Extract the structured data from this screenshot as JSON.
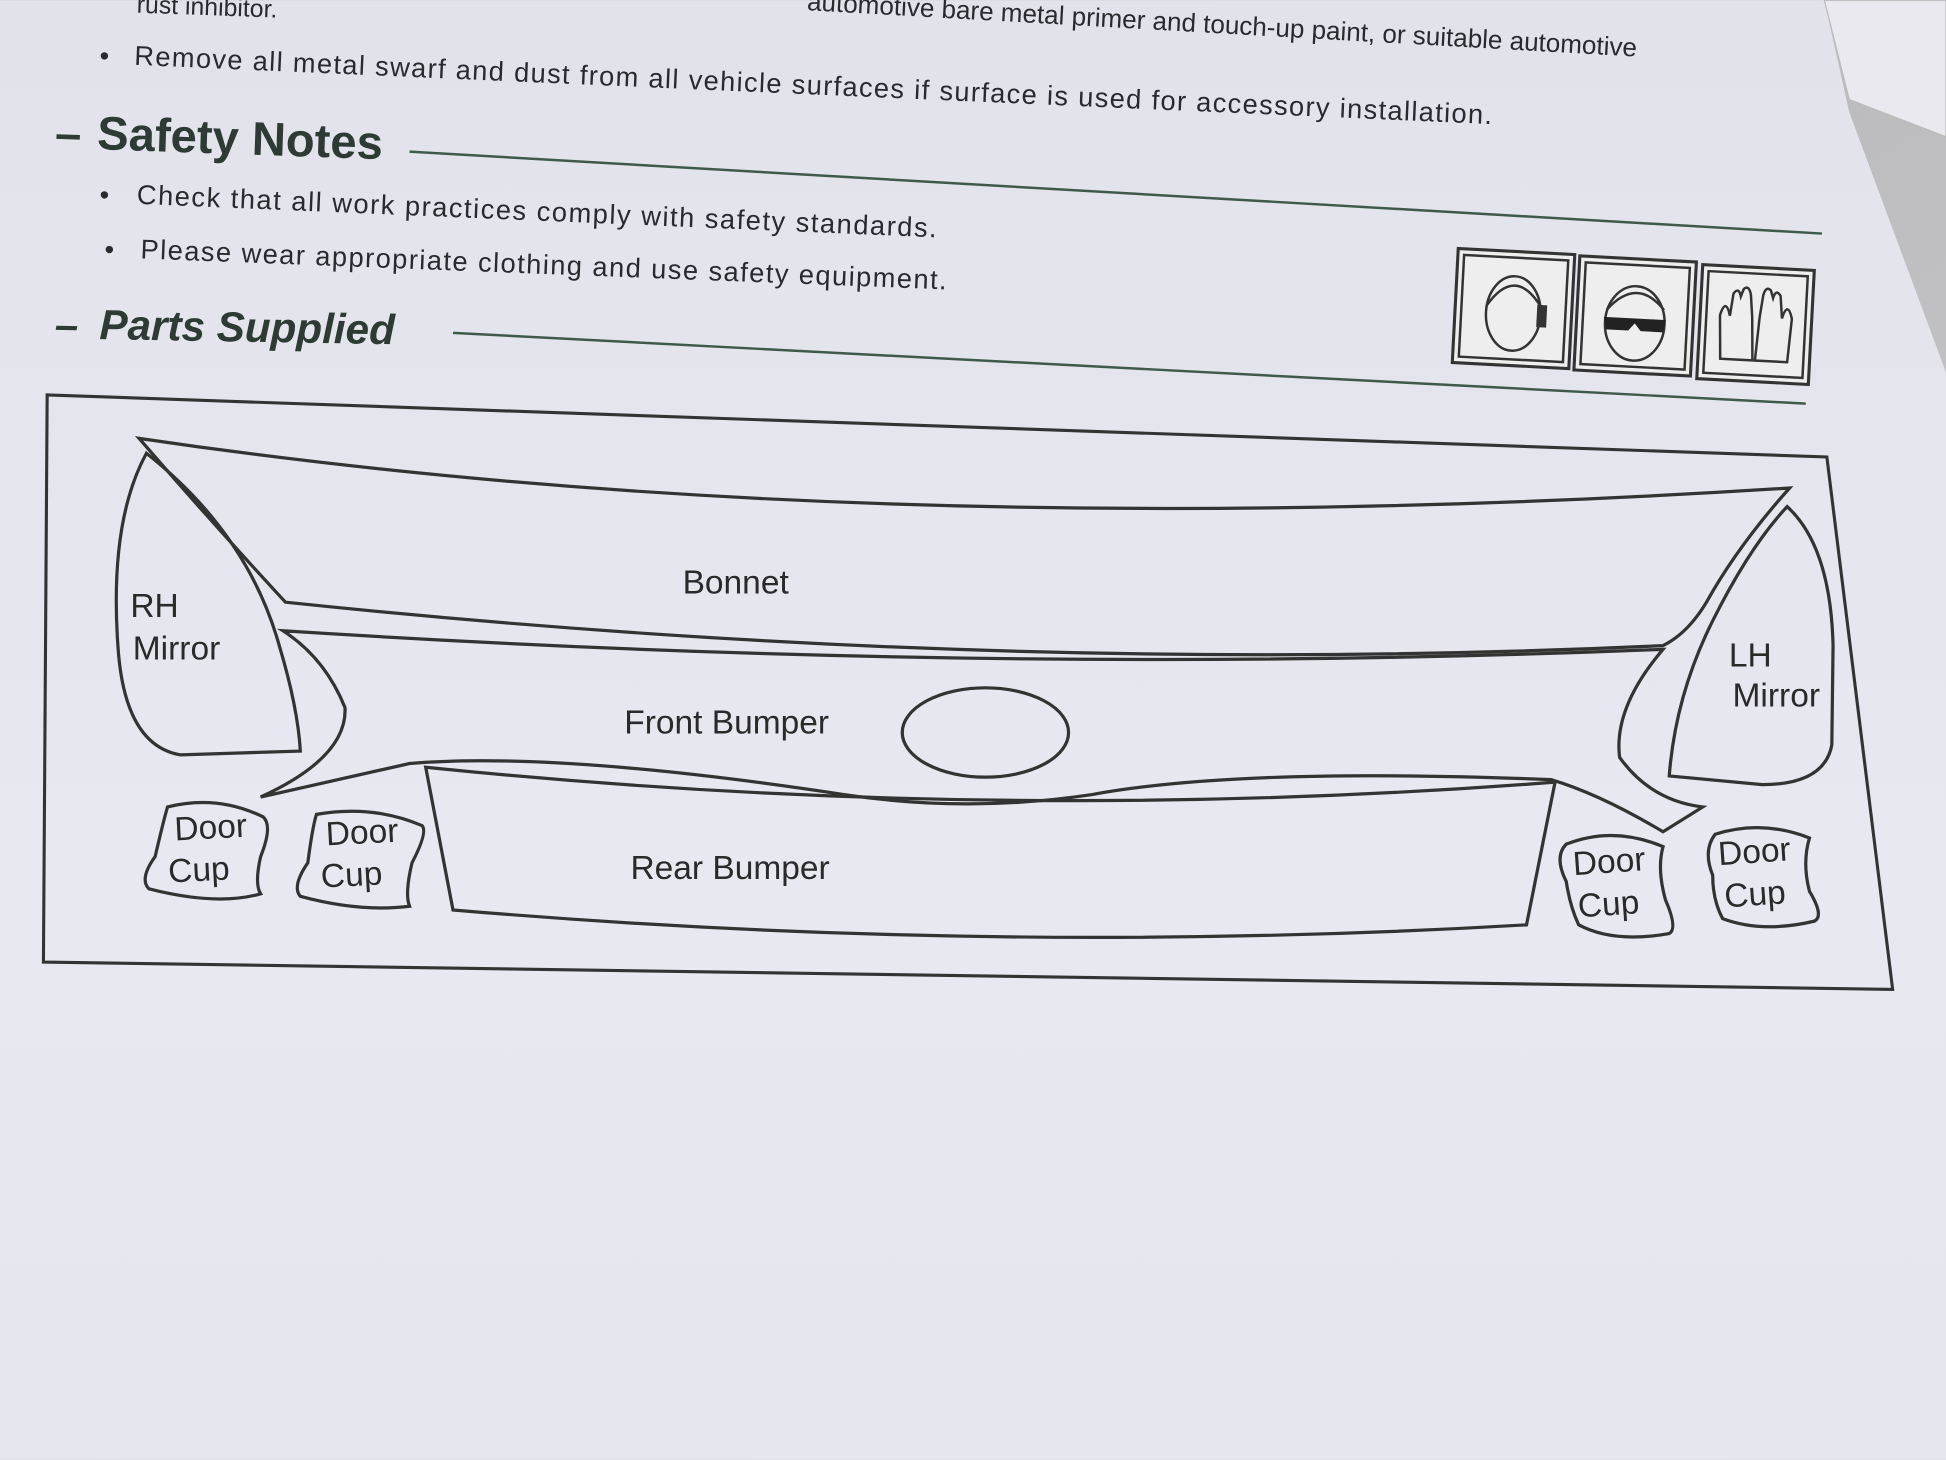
{
  "document": {
    "top_partial_left": "rust inhibitor.",
    "top_partial_right": "automotive bare metal primer and touch-up paint, or suitable automotive",
    "bullet_remove": "Remove all metal swarf and dust from all vehicle surfaces if surface is used for accessory installation.",
    "safety_notes": {
      "heading": "Safety Notes",
      "dash": "–",
      "bullets": [
        "Check that all work practices comply with safety standards.",
        "Please wear appropriate clothing and use safety equipment."
      ],
      "icons": [
        "ear-protection-icon",
        "safety-glasses-icon",
        "gloves-icon"
      ]
    },
    "parts_supplied": {
      "heading": "Parts Supplied",
      "dash": "–",
      "parts": {
        "bonnet": "Bonnet",
        "rh_mirror": [
          "RH",
          "Mirror"
        ],
        "lh_mirror": [
          "LH",
          "Mirror"
        ],
        "front_bumper": "Front Bumper",
        "rear_bumper": "Rear Bumper",
        "door_cup": [
          "Door",
          "Cup"
        ]
      }
    },
    "bullet_char": "•"
  }
}
